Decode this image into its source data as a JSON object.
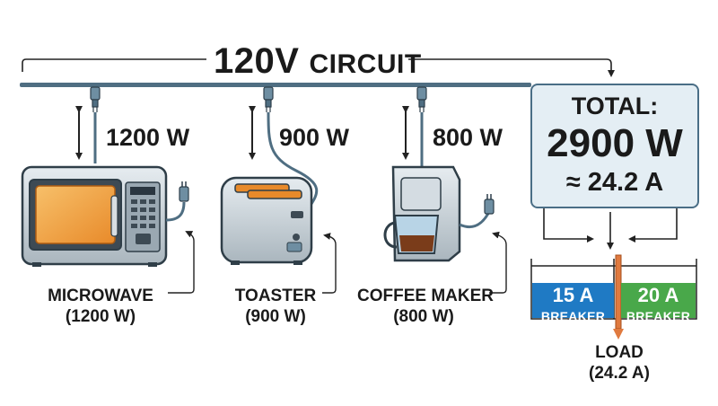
{
  "title": {
    "voltage": "120V",
    "word": "CIRCUIT"
  },
  "appliances": [
    {
      "name": "MICROWAVE",
      "rating": "(1200 W)",
      "watt_label": "1200 W"
    },
    {
      "name": "TOASTER",
      "rating": "(900 W)",
      "watt_label": "900 W"
    },
    {
      "name": "COFFEE MAKER",
      "rating": "(800 W)",
      "watt_label": "800 W"
    }
  ],
  "total": {
    "label": "TOTAL:",
    "watts": "2900 W",
    "amps": "≈ 24.2 A"
  },
  "breakers": [
    {
      "value": "15 A",
      "name": "BREAKER",
      "color": "#1f7ac4"
    },
    {
      "value": "20 A",
      "name": "BREAKER",
      "color": "#49a84a"
    }
  ],
  "load": {
    "label": "LOAD",
    "value": "(24.2 A)"
  },
  "colors": {
    "wire": "#4f6e82",
    "load_marker": "#e07a3f",
    "microwave_window": "#f0a040",
    "coffee": "#7a3c1a"
  }
}
